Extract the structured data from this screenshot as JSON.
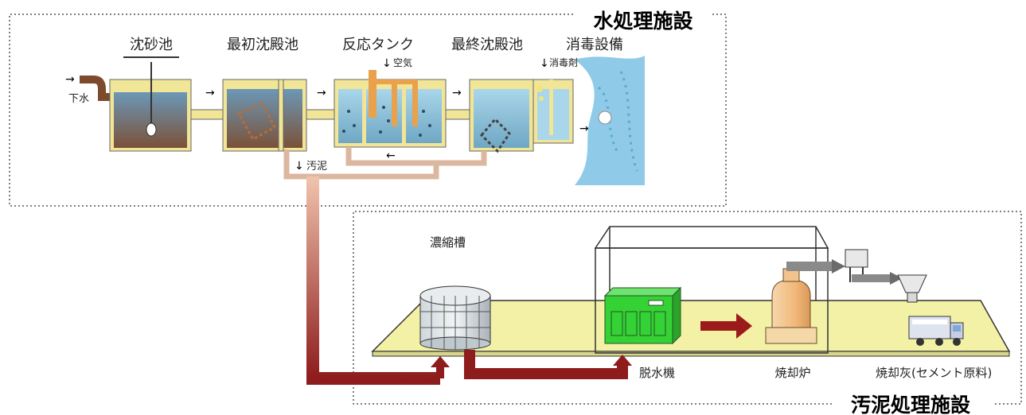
{
  "water_section": {
    "title": "水処理施設",
    "stages": {
      "grit": "沈砂池",
      "primary": "最初沈殿池",
      "reactor": "反応タンク",
      "final": "最終沈殿池",
      "disinfect": "消毒設備"
    },
    "inflow_label": "下水",
    "air_label": "空気",
    "disinfectant_label": "消毒剤",
    "sludge_label": "汚泥"
  },
  "sludge_section": {
    "title": "汚泥処理施設",
    "thickener_label": "濃縮槽",
    "dewatering_label": "脱水機",
    "incinerator_label": "焼却炉",
    "ash_label": "焼却灰(セメント原料)"
  },
  "colors": {
    "water": "#8fc8e0",
    "river": "#7fc4e4",
    "sludge_pipe": "#a33a32",
    "platform": "#f3f1a6",
    "dewatering_machine": "#35d235",
    "incinerator": "#f2c38d"
  }
}
